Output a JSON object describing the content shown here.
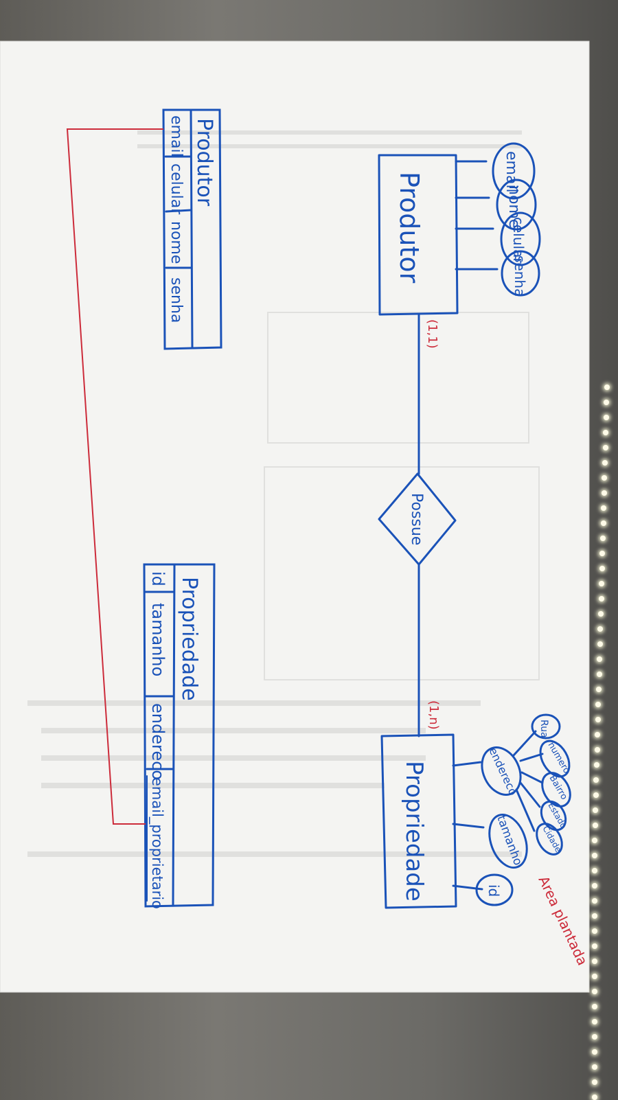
{
  "diagram": {
    "entities": {
      "produtor": {
        "label": "Produtor"
      },
      "propriedade": {
        "label": "Propriedade"
      }
    },
    "relationship": {
      "label": "Possue"
    },
    "cardinality": {
      "produtor_side": "(1,1)",
      "propriedade_side": "(1,n)"
    },
    "produtor_attributes": [
      "email",
      "nome",
      "celular",
      "senha"
    ],
    "propriedade_attributes": [
      "id",
      "tamanho",
      "endereco"
    ],
    "endereco_subattributes": [
      "Rua",
      "numero",
      "Bairro",
      "Estado",
      "Cidade"
    ],
    "red_note": "Area plantada",
    "colors": {
      "ink_blue": "#1a52b8",
      "ink_red": "#cc2b3a",
      "paper": "#f3f3f1"
    }
  },
  "tables": {
    "produtor": {
      "title": "Produtor",
      "columns": [
        "email",
        "celular",
        "nome",
        "senha"
      ]
    },
    "propriedade": {
      "title": "Propriedade",
      "columns": [
        "id",
        "tamanho",
        "endereco",
        "email_proprietario"
      ]
    }
  }
}
